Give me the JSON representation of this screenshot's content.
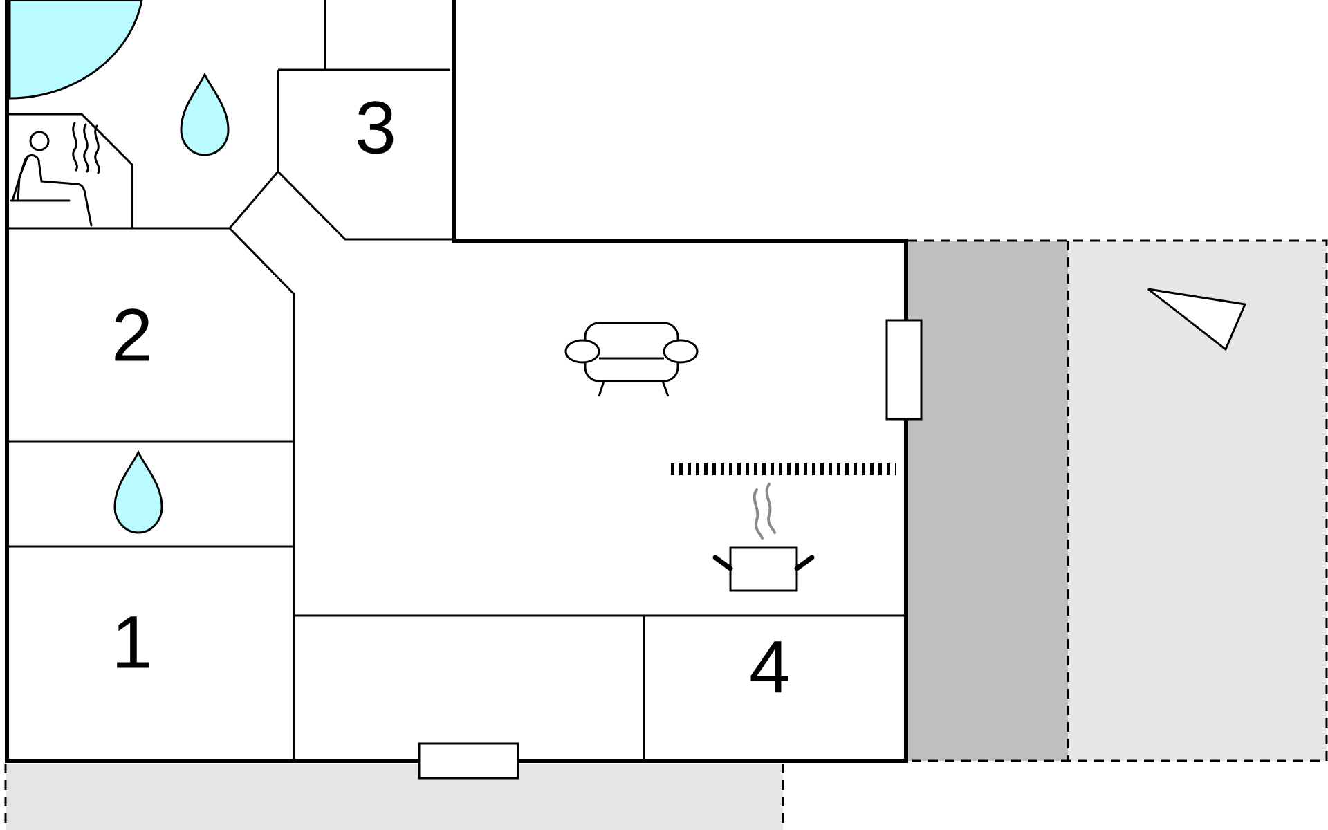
{
  "colors": {
    "water": "#b9fbff",
    "terrace_dark": "#c0c0c0",
    "terrace_light": "#e6e6e6",
    "wall": "#000000",
    "steam": "#8a8a8a"
  },
  "rooms": {
    "room_1": "1",
    "room_2": "2",
    "room_3": "3",
    "room_4": "4"
  },
  "icons": {
    "sauna": "sauna-icon",
    "water_top": "water-drop-icon",
    "water_left": "water-drop-icon",
    "sofa": "sofa-icon",
    "cooking": "cooking-pot-icon",
    "north": "north-arrow-icon",
    "pool": "pool-icon"
  }
}
